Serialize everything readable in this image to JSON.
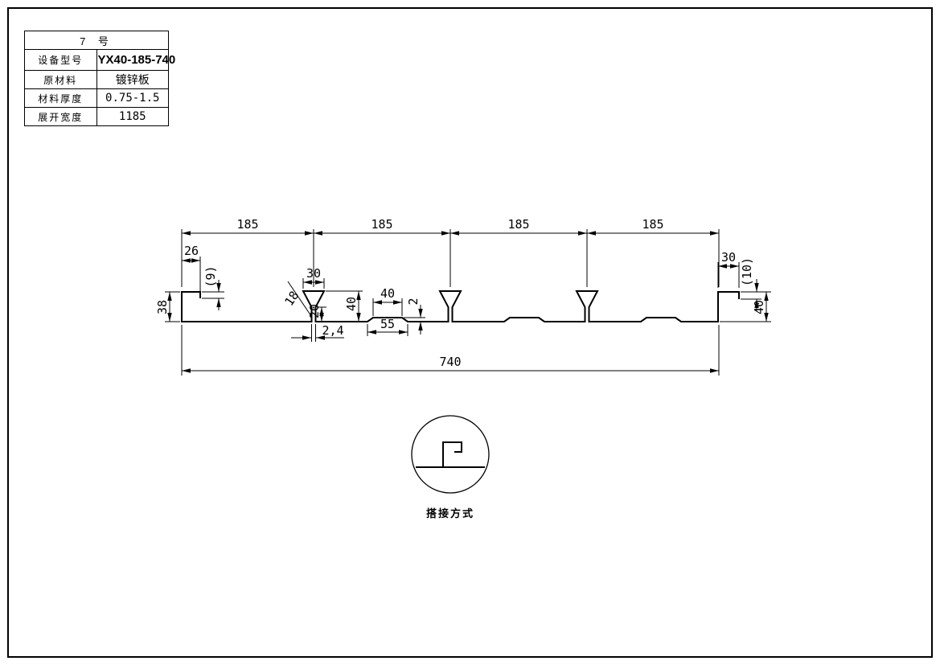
{
  "page": {
    "background": "#ffffff",
    "line_color": "#000000"
  },
  "title_block": {
    "header": "7 号",
    "rows": [
      {
        "label": "设备型号",
        "value": "YX40-185-740"
      },
      {
        "label": "原材料",
        "value": "镀锌板"
      },
      {
        "label": "材料厚度",
        "value": "0.75-1.5"
      },
      {
        "label": "展开宽度",
        "value": "1185"
      }
    ]
  },
  "drawing": {
    "top_spans": [
      "185",
      "185",
      "185",
      "185"
    ],
    "total_width": "740",
    "left_edge": {
      "hook_length": "26",
      "hook_drop": "(9)",
      "height": "38"
    },
    "rib": {
      "top_width": "30",
      "side_length": "18",
      "stem_height": "20",
      "height": "40",
      "stem_width": "2,4",
      "groove_top_width": "40",
      "groove_bottom_width": "55",
      "groove_depth": "2"
    },
    "right_edge": {
      "hook_length": "30",
      "hook_drop": "(10)",
      "height": "40"
    },
    "detail_caption": "搭接方式"
  }
}
